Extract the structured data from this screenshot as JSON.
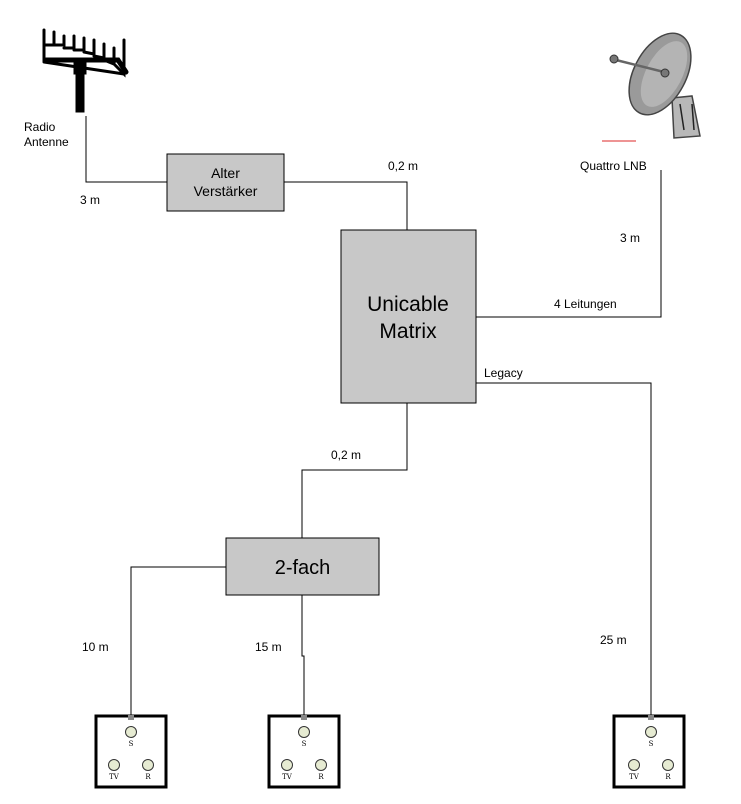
{
  "labels": {
    "radio_line1": "Radio",
    "radio_line2": "Antenne",
    "quattro_lnb": "Quattro LNB",
    "len_radio": "3 m",
    "len_amp_matrix": "0,2 m",
    "len_lnb": "3 m",
    "four_lines": "4 Leitungen",
    "legacy": "Legacy",
    "len_matrix_split": "0,2 m",
    "len_socket1": "10 m",
    "len_socket2": "15 m",
    "len_socket3": "25 m"
  },
  "boxes": {
    "amp_line1": "Alter",
    "amp_line2": "Verstärker",
    "matrix_line1": "Unicable",
    "matrix_line2": "Matrix",
    "splitter": "2-fach"
  },
  "socket_ports": {
    "sat": "S",
    "tv": "TV",
    "radio": "R"
  },
  "colors": {
    "box_fill": "#c8c8c8",
    "line": "#000000",
    "port_fill": "#e6ebd2"
  },
  "icons": {
    "antenna": "yagi-antenna-icon",
    "dish": "satellite-dish-icon",
    "socket": "wall-socket-icon"
  }
}
